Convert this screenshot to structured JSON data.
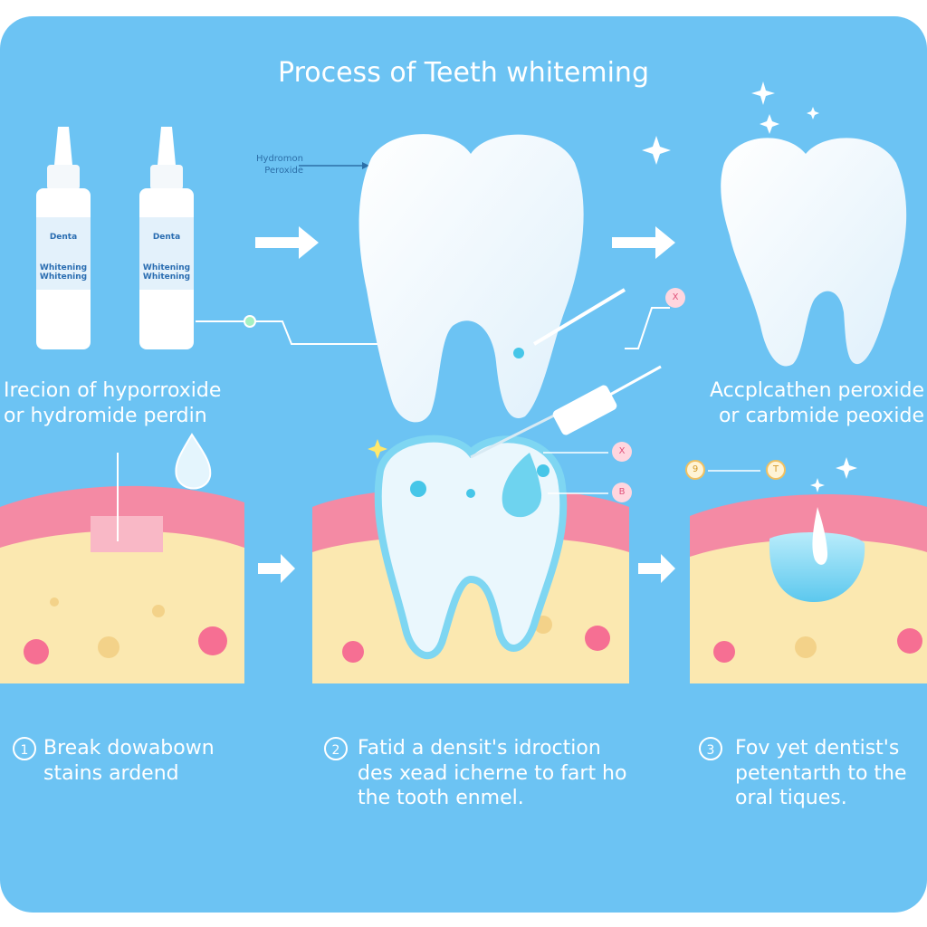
{
  "title": "Process of Teeth whiteming",
  "callout_label": "Hydromon\nPeroxide",
  "bottles": [
    {
      "brand": "Denta",
      "name": "Whitening\nWhitening"
    },
    {
      "brand": "Denta",
      "name": "Whitening\nWhitening"
    }
  ],
  "left_label": "Irecion of hyporroxide\nor hydromide perdin",
  "right_label": "Accplcathen peroxide\nor carbmide peoxide",
  "steps": [
    {
      "num": "1",
      "text": "Break dowabown\nstains ardend"
    },
    {
      "num": "2",
      "text": "Fatid a densit's idroction\ndes xead icherne to fart ho\nthe tooth enmel."
    },
    {
      "num": "3",
      "text": "Fov yet dentist's\npetentarth to the\noral tiques."
    }
  ],
  "markers": {
    "x": "X",
    "b": "B",
    "s": "9",
    "t": "T"
  },
  "colors": {
    "background": "#6cc3f3",
    "gum": "#f48aa4",
    "tissue": "#fbe8b0",
    "gel": "#7ed6f2",
    "tooth": "#ffffff"
  }
}
